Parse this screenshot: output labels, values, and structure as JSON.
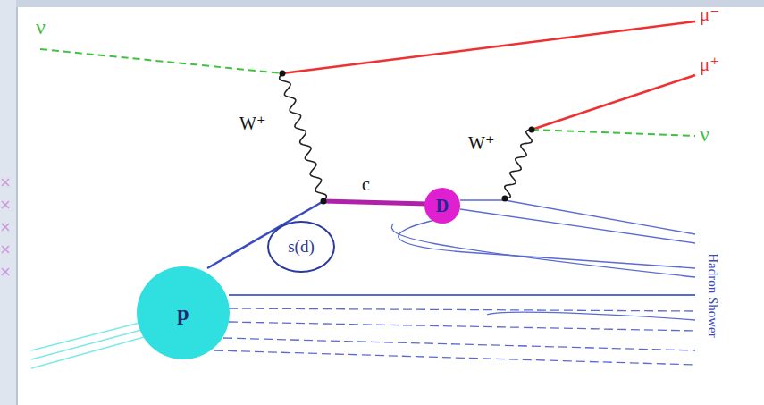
{
  "diagram": {
    "nodes": [
      {
        "text": [
          "D"
        ]
      },
      {
        "text": [
          "s(d)"
        ]
      },
      {
        "text": [
          "p"
        ]
      }
    ],
    "labels": [
      "ν",
      "μ⁻",
      "W⁺",
      "c",
      "μ⁺",
      "W⁺",
      "ν",
      "Hadron Shower"
    ]
  }
}
